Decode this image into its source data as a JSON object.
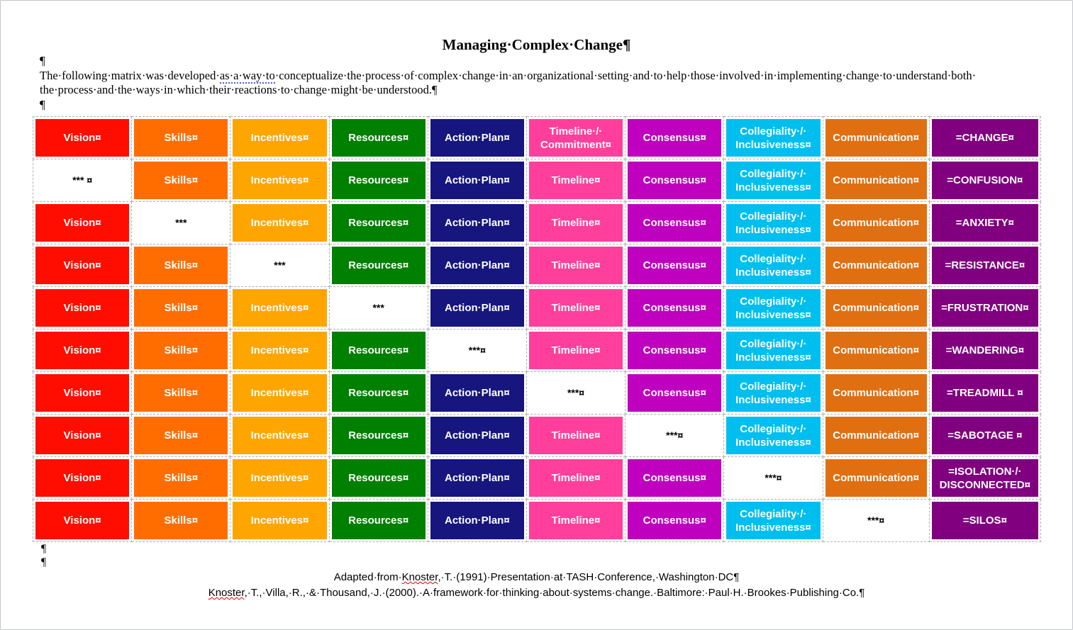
{
  "title": {
    "text": "Managing·Complex·Change¶"
  },
  "page": {
    "pilcrow": "¶"
  },
  "intro": {
    "line1_pre": "The·following·matrix·was·developed·",
    "line1_grammar": "as·a·way·to",
    "line1_post": "·conceptualize·the·process·of·complex·change·in·an·organizational·setting·and·to·help·those·involved·in·implementing·change·to·understand·both·",
    "line2": "the·process·and·the·ways·in·which·their·reactions·to·change·might·be·understood.¶"
  },
  "matrix": {
    "header_timeline_label": "Timeline·/·\nCommitment¤",
    "missing_cell": {
      "bg": "#FFFFFF",
      "fg": "#000000"
    },
    "columns": [
      {
        "key": "vision",
        "label": "Vision¤",
        "color": "#FF0D00"
      },
      {
        "key": "skills",
        "label": "Skills¤",
        "color": "#FF6D00"
      },
      {
        "key": "incentives",
        "label": "Incentives¤",
        "color": "#FFA500"
      },
      {
        "key": "resources",
        "label": "Resources¤",
        "color": "#008000"
      },
      {
        "key": "action_plan",
        "label": "Action·Plan¤",
        "color": "#16167E"
      },
      {
        "key": "timeline",
        "label": "Timeline¤",
        "color": "#FF3F9B"
      },
      {
        "key": "consensus",
        "label": "Consensus¤",
        "color": "#BF00BF"
      },
      {
        "key": "collegiality",
        "label": "Collegiality·/·\nInclusiveness¤",
        "color": "#00BFEF"
      },
      {
        "key": "communication",
        "label": "Communication¤",
        "color": "#E06F12"
      },
      {
        "key": "result",
        "label": "",
        "color": "#800080"
      }
    ],
    "rows": [
      {
        "missing": null,
        "missing_text": null,
        "result": "=CHANGE¤"
      },
      {
        "missing": "vision",
        "missing_text": "*** ¤",
        "result": "=CONFUSION¤"
      },
      {
        "missing": "skills",
        "missing_text": "***",
        "result": "=ANXIETY¤"
      },
      {
        "missing": "incentives",
        "missing_text": "***",
        "result": "=RESISTANCE¤"
      },
      {
        "missing": "resources",
        "missing_text": "***",
        "result": "=FRUSTRATION¤"
      },
      {
        "missing": "action_plan",
        "missing_text": "***¤",
        "result": "=WANDERING¤"
      },
      {
        "missing": "timeline",
        "missing_text": "***¤",
        "result": "=TREADMILL ¤"
      },
      {
        "missing": "consensus",
        "missing_text": "***¤",
        "result": "=SABOTAGE ¤"
      },
      {
        "missing": "collegiality",
        "missing_text": "***¤",
        "result": "=ISOLATION·/·\nDISCONNECTED¤"
      },
      {
        "missing": "communication",
        "missing_text": "***¤",
        "result": "=SILOS¤"
      }
    ]
  },
  "footer": {
    "line1_pre": "Adapted·from·",
    "line1_misspell": "Knoster",
    "line1_post": ",·T.·(1991)·Presentation·at·TASH·Conference,·Washington·DC¶",
    "line2_misspell": "Knoster",
    "line2_post": ",·T.,·Villa,·R.,·&·Thousand,·J.·(2000).·A·framework·for·thinking·about·systems·change.·Baltimore:·Paul·H.·Brookes·Publishing·Co.¶"
  },
  "accents": {
    "grammar_underline": "#4A5FD0",
    "spell_underline": "#E00000"
  }
}
